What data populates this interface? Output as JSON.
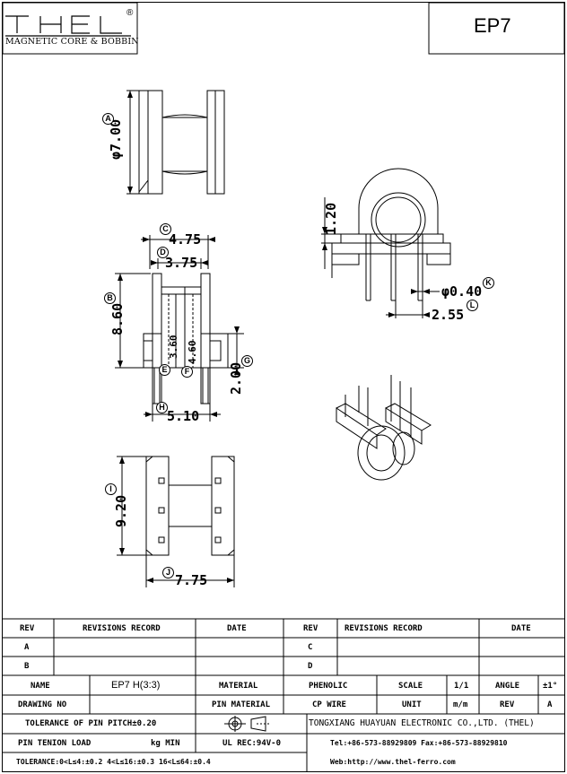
{
  "header": {
    "logo_text": "THEL",
    "registered_mark": "®",
    "subtitle": "MAGNETIC CORE & BOBBIN",
    "part_number": "EP7"
  },
  "dimensions": {
    "dia_700": "φ7.00",
    "d_475": "4.75",
    "d_375": "3.75",
    "d_860": "8.60",
    "d_360": "3.60",
    "d_460": "4.60",
    "d_200": "2.00",
    "d_510": "5.10",
    "d_920": "9.20",
    "d_775": "7.75",
    "d_120": "1.20",
    "dia_040": "φ0.40",
    "d_255": "2.55"
  },
  "refs": {
    "A": "A",
    "B": "B",
    "C": "C",
    "D": "D",
    "E": "E",
    "F": "F",
    "G": "G",
    "H": "H",
    "I": "I",
    "J": "J",
    "K": "K",
    "L": "L"
  },
  "title_block": {
    "rev_header": "REV",
    "revisions_record_header": "REVISIONS RECORD",
    "date_header": "DATE",
    "rev_header_2": "REV",
    "revisions_record_header_2": "REVISIONS RECORD",
    "date_header_2": "DATE",
    "rev_a": "A",
    "rev_b": "B",
    "rev_c": "C",
    "rev_d": "D",
    "name_label": "NAME",
    "name_value": "EP7 H(3:3)",
    "material_label": "MATERIAL",
    "material_value": "PHENOLIC",
    "scale_label": "SCALE",
    "scale_value": "1/1",
    "angle_label": "ANGLE",
    "angle_value": "±1°",
    "drawing_no_label": "DRAWING NO",
    "pin_material_label": "PIN MATERIAL",
    "pin_material_value": "CP WIRE",
    "unit_label": "UNIT",
    "unit_value": "m/m",
    "rev_label": "REV",
    "rev_value": "A",
    "pin_pitch_tolerance": "TOLERANCE OF PIN PITCH±0.20",
    "company": "TONGXIANG HUAYUAN ELECTRONIC CO.,LTD. (THEL)",
    "pin_tension_label": "PIN TENION LOAD",
    "pin_tension_unit": "kg MIN",
    "ul_rec": "UL REC:94V-0",
    "tel_fax": "Tel:+86-573-88929809 Fax:+86-573-88929810",
    "tolerance": "TOLERANCE:0<L≤4:±0.2  4<L≤16:±0.3  16<L≤64:±0.4",
    "web": "Web:http://www.thel-ferro.com"
  }
}
